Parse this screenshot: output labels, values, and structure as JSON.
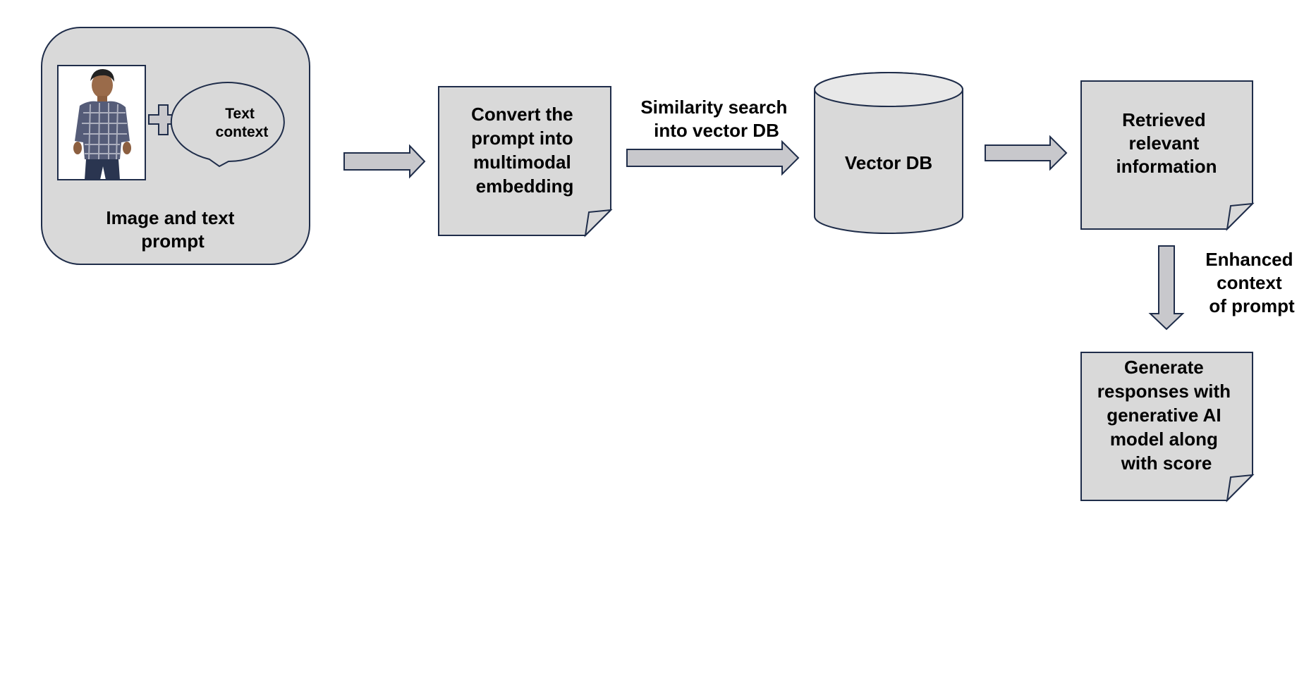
{
  "colors": {
    "node_fill": "#d9d9d9",
    "stroke": "#1f2d4a",
    "arrow_fill": "#c8c8cc",
    "background": "#ffffff"
  },
  "input_prompt": {
    "photo_icon": "person-photo",
    "plus_icon": "plus-icon",
    "bubble_text": [
      "Text",
      "context"
    ],
    "caption": [
      "Image and text",
      "prompt"
    ]
  },
  "steps": {
    "embed": [
      "Convert the",
      "prompt into",
      "multimodal",
      "embedding"
    ],
    "vector_db": [
      "Vector DB"
    ],
    "retrieved": [
      "Retrieved",
      "relevant",
      "information"
    ],
    "generate": [
      "Generate",
      "responses with",
      "generative AI",
      "model along",
      "with score"
    ]
  },
  "edges": {
    "similarity_search": [
      "Similarity search",
      "into vector DB"
    ],
    "enhanced_context": [
      "Enhanced",
      "context",
      "of prompt"
    ]
  }
}
